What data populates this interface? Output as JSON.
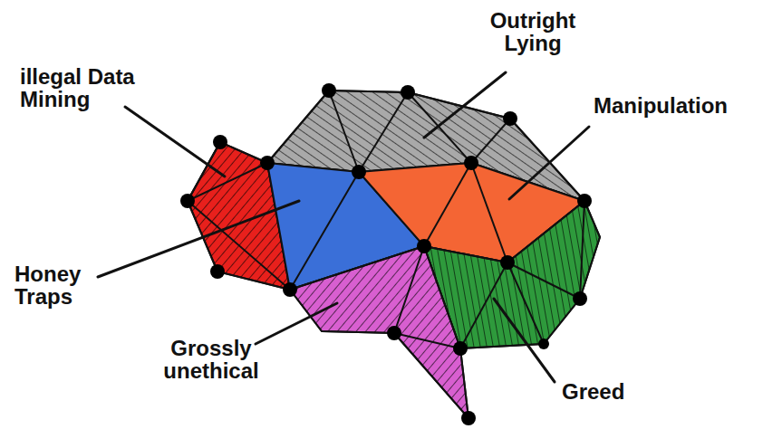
{
  "diagram": {
    "labels": [
      "illegal Data Mining",
      "Outright Lying",
      "Manipulation",
      "Honey Traps",
      "Grossly unethical",
      "Greed"
    ]
  }
}
